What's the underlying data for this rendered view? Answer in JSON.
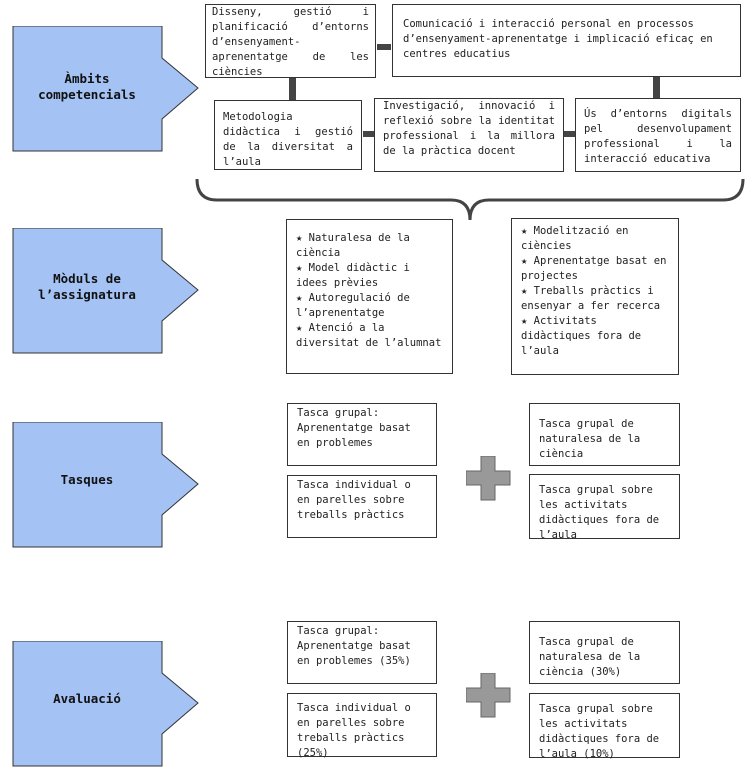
{
  "rows": {
    "ambits": {
      "label_lines": [
        "Àmbits",
        "competencials"
      ],
      "top_boxes": [
        "Disseny, gestió i planificació d’entorns d’ensenyament-aprenentatge de les ciències",
        "Comunicació i interacció personal en processos d’ensenyament-aprenentatge i implicació eficaç en centres educatius"
      ],
      "bottom_boxes": [
        "Metodologia didàctica i gestió de la diversitat a l’aula",
        "Investigació, innovació i reflexió sobre la identitat professional i la millora de la pràctica docent",
        "Ús d’entorns digitals pel desenvolupament professional i la interacció educativa"
      ]
    },
    "moduls": {
      "label_lines": [
        "Mòduls de",
        "l’assignatura"
      ],
      "left_items": [
        "★ Naturalesa de la ciència",
        "★ Model didàctic i idees prèvies",
        "★ Autoregulació de l’aprenentatge",
        "★ Atenció a la diversitat de l’alumnat"
      ],
      "right_items": [
        "★ Modelització en ciències",
        "★ Aprenentatge basat en projectes",
        "★ Treballs pràctics i ensenyar a fer recerca",
        "★ Activitats didàctiques fora de l’aula"
      ]
    },
    "tasques": {
      "label_lines": [
        "Tasques"
      ],
      "left_boxes": [
        "Tasca grupal: Aprenentatge basat en problemes",
        "Tasca individual o en parelles sobre treballs pràctics"
      ],
      "right_boxes": [
        "Tasca grupal de naturalesa de la ciència",
        "Tasca grupal sobre les activitats didàctiques fora de l’aula"
      ]
    },
    "avaluacio": {
      "label_lines": [
        "Avaluació"
      ],
      "left_boxes": [
        "Tasca grupal: Aprenentatge basat en problemes (35%)",
        "Tasca individual o en parelles sobre treballs pràctics (25%)"
      ],
      "right_boxes": [
        "Tasca grupal de naturalesa de la ciència (30%)",
        "Tasca grupal sobre les activitats didàctiques fora de l’aula (10%)"
      ]
    }
  },
  "colors": {
    "arrow_fill": "#a4c2f4",
    "arrow_stroke": "#333333",
    "plus_fill": "#999999",
    "connector": "#444444"
  }
}
